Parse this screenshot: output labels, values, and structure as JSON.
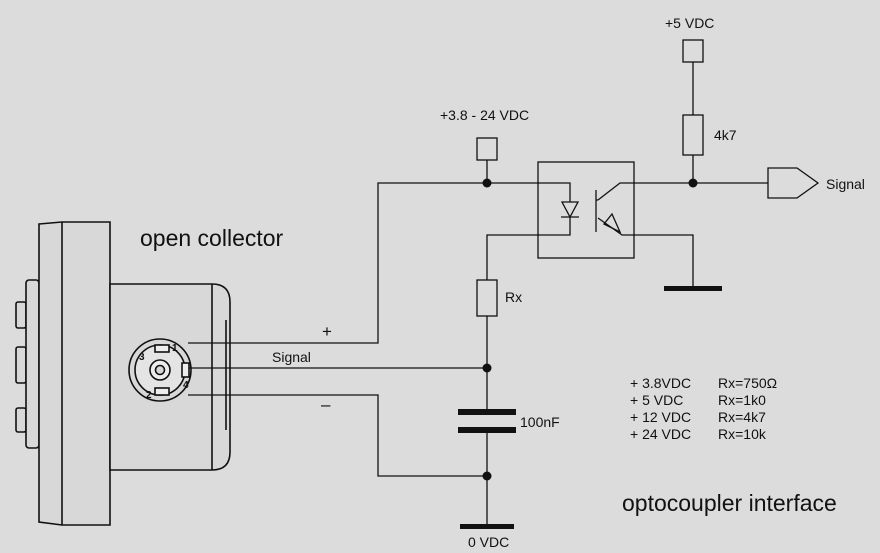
{
  "diagram": {
    "title_left": "open collector",
    "title_right": "optocoupler interface",
    "colors": {
      "background": "#dcdcdc",
      "line": "#111111",
      "sensor_body": "#d8d8d8"
    },
    "supplies": {
      "vcc_5": "+5 VDC",
      "vcc_range": "+3.8 - 24 VDC",
      "ground": "0 VDC"
    },
    "components": {
      "pullup": "4k7",
      "rx": "Rx",
      "capacitor": "100nF"
    },
    "outputs": {
      "signal": "Signal"
    },
    "wires": {
      "plus": "+",
      "signal": "Signal",
      "minus": "–"
    },
    "connector_pins": [
      "1",
      "2",
      "3",
      "4"
    ],
    "rx_table": [
      {
        "voltage": "+ 3.8VDC",
        "rx": "Rx=750Ω"
      },
      {
        "voltage": "+   5 VDC",
        "rx": "Rx=1k0"
      },
      {
        "voltage": "+ 12 VDC",
        "rx": "Rx=4k7"
      },
      {
        "voltage": "+ 24 VDC",
        "rx": "Rx=10k"
      }
    ]
  }
}
